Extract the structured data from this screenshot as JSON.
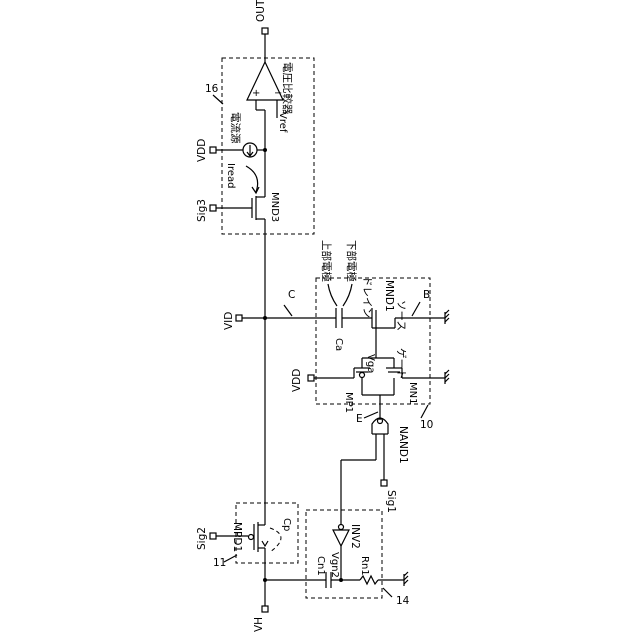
{
  "terminals": {
    "out": "OUT",
    "vdd_top": "VDD",
    "sig3": "Sig3",
    "vid": "VID",
    "vdd_mid": "VDD",
    "sig2": "Sig2",
    "vh": "VH",
    "sig1": "Sig1"
  },
  "blocks": {
    "b16": "16",
    "b10": "10",
    "b11": "11",
    "b14": "14"
  },
  "labels": {
    "comparator": "電圧比較器",
    "vref": "Vref",
    "current_source": "電流源",
    "iread": "Iread",
    "mnd3": "MND3",
    "node_c": "C",
    "node_b": "B",
    "node_e": "E",
    "upper_electrode": "上部電極",
    "lower_electrode": "下部電極",
    "drain": "ドレイン",
    "source": "ソース",
    "gate": "ゲート",
    "mnd1": "MND1",
    "ca": "Ca",
    "vga": "Vga",
    "mp1": "MP1",
    "mn1": "MN1",
    "nand1": "NAND1",
    "mpd1": "MPD1",
    "cp": "Cp",
    "cn1": "Cn1",
    "vgn2": "Vgn2",
    "inv2": "INV2",
    "rn1": "Rn1",
    "plus": "+",
    "minus": "−"
  }
}
